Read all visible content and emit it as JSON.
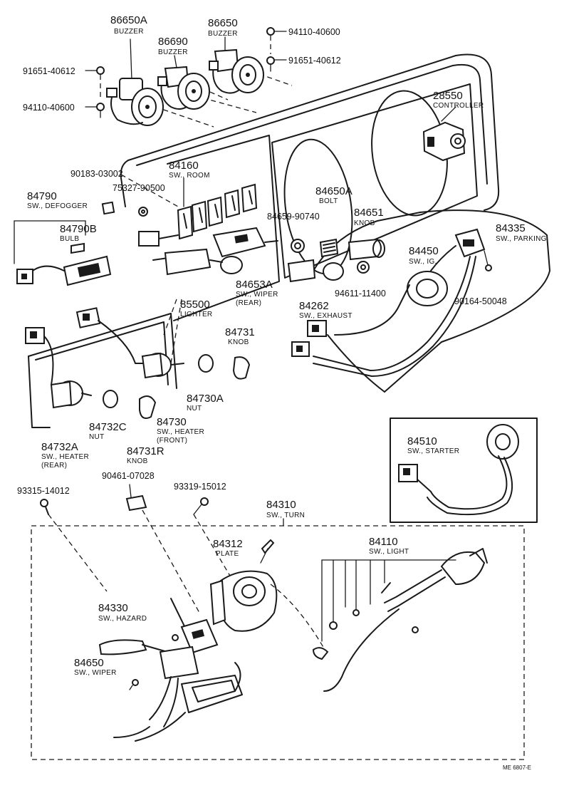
{
  "labels": {
    "p86650A": {
      "number": "86650A",
      "name": "BUZZER"
    },
    "p86690": {
      "number": "86690",
      "name": "BUZZER"
    },
    "p86650": {
      "number": "86650",
      "name": "BUZZER"
    },
    "p94110_top": {
      "number": "94110-40600"
    },
    "p91651_right": {
      "number": "91651-40612"
    },
    "p91651_left": {
      "number": "91651-40612"
    },
    "p94110_left": {
      "number": "94110-40600"
    },
    "p28550": {
      "number": "28550",
      "name": "CONTROLLER"
    },
    "p84160": {
      "number": "84160",
      "name": "SW., ROOM"
    },
    "p90183": {
      "number": "90183-03002"
    },
    "p75327": {
      "number": "75327-90500"
    },
    "p84790": {
      "number": "84790",
      "name": "SW., DEFOGGER"
    },
    "p84790B": {
      "number": "84790B",
      "name": "BULB"
    },
    "p84650A": {
      "number": "84650A",
      "name": "BOLT"
    },
    "p84659": {
      "number": "84659-90740"
    },
    "p84651": {
      "number": "84651",
      "name": "KNOB"
    },
    "p84335": {
      "number": "84335",
      "name": "SW., PARKING"
    },
    "p84450": {
      "number": "84450",
      "name": "SW., IG."
    },
    "p90164": {
      "number": "90164-50048"
    },
    "p94611": {
      "number": "94611-11400"
    },
    "p84653A": {
      "number": "84653A",
      "name1": "SW., WIPER",
      "name2": "(REAR)"
    },
    "p84262": {
      "number": "84262",
      "name": "SW., EXHAUST"
    },
    "p85500": {
      "number": "85500",
      "name": "LIGHTER"
    },
    "p84731": {
      "number": "84731",
      "name": "KNOB"
    },
    "p84730A": {
      "number": "84730A",
      "name": "NUT"
    },
    "p84730": {
      "number": "84730",
      "name1": "SW., HEATER",
      "name2": "(FRONT)"
    },
    "p84732C": {
      "number": "84732C",
      "name": "NUT"
    },
    "p84732A": {
      "number": "84732A",
      "name1": "SW., HEATER",
      "name2": "(REAR)"
    },
    "p84731R": {
      "number": "84731R",
      "name": "KNOB"
    },
    "p84510": {
      "number": "84510",
      "name": "SW., STARTER"
    },
    "p93315": {
      "number": "93315-14012"
    },
    "p90461": {
      "number": "90461-07028"
    },
    "p93319": {
      "number": "93319-15012"
    },
    "p84310": {
      "number": "84310",
      "name": "SW., TURN"
    },
    "p84312": {
      "number": "84312",
      "name": "PLATE"
    },
    "p84110": {
      "number": "84110",
      "name": "SW., LIGHT"
    },
    "p84330": {
      "number": "84330",
      "name": "SW., HAZARD"
    },
    "p84650": {
      "number": "84650",
      "name": "SW., WIPER"
    }
  },
  "footer": {
    "code": "ME 6807-E"
  }
}
